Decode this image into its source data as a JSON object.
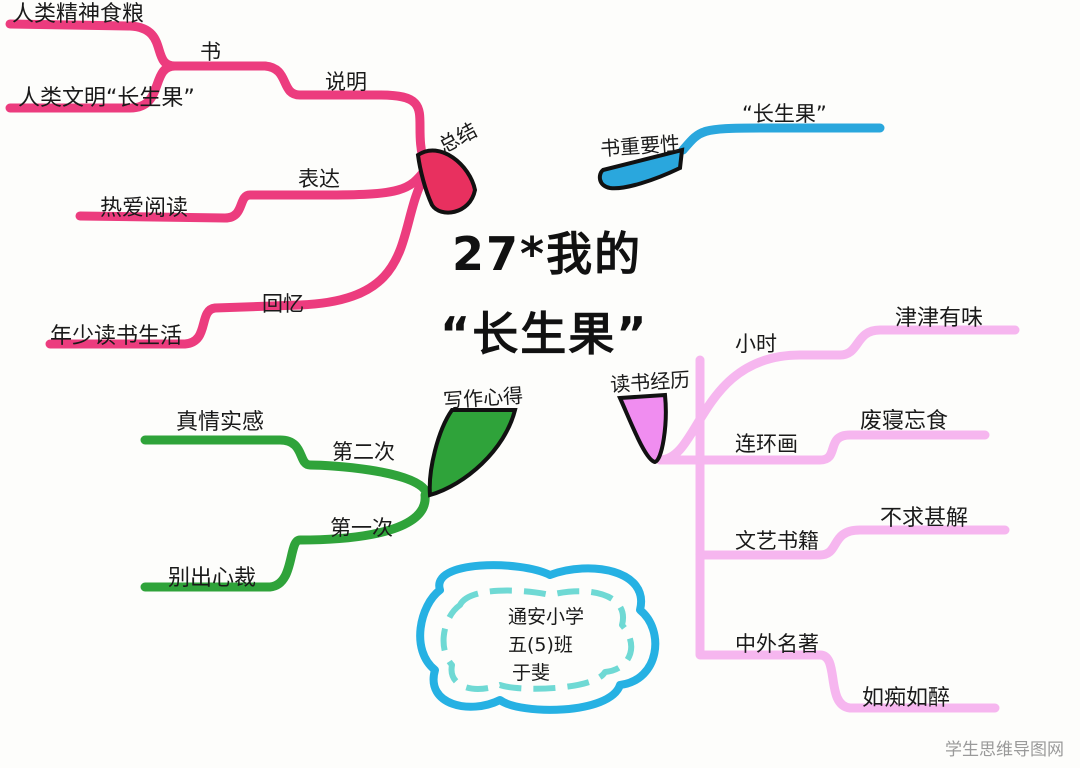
{
  "title": {
    "line1": "27*我的",
    "line2": "“长生果”"
  },
  "branches": {
    "summary": {
      "label": "总结",
      "color": "#ec3c7e",
      "items": [
        {
          "label": "说明",
          "leaves": [
            "人类精神食粮",
            "人类文明“长生果”"
          ],
          "mid": "书"
        },
        {
          "label": "表达",
          "leaves": [
            "热爱阅读"
          ]
        },
        {
          "label": "回忆",
          "leaves": [
            "年少读书生活"
          ]
        }
      ]
    },
    "importance": {
      "label": "书重要性",
      "color": "#2aa7dd",
      "leaves": [
        "“长生果”"
      ]
    },
    "writing": {
      "label": "写作心得",
      "color": "#2fa33a",
      "items": [
        {
          "label": "第二次",
          "leaf": "真情实感"
        },
        {
          "label": "第一次",
          "leaf": "别出心裁"
        }
      ]
    },
    "reading": {
      "label": "读书经历",
      "color": "#f29ee8",
      "items": [
        {
          "label": "小时",
          "leaf": "津津有味"
        },
        {
          "label": "连环画",
          "leaf": "废寝忘食"
        },
        {
          "label": "文艺书籍",
          "leaf": "不求甚解"
        },
        {
          "label": "中外名著",
          "leaf": "如痴如醉"
        }
      ]
    }
  },
  "cloud": {
    "line1": "通安小学",
    "line2": "五(5)班",
    "line3": "于斐",
    "color": "#26b1e3"
  },
  "watermark": "学生思维导图网"
}
